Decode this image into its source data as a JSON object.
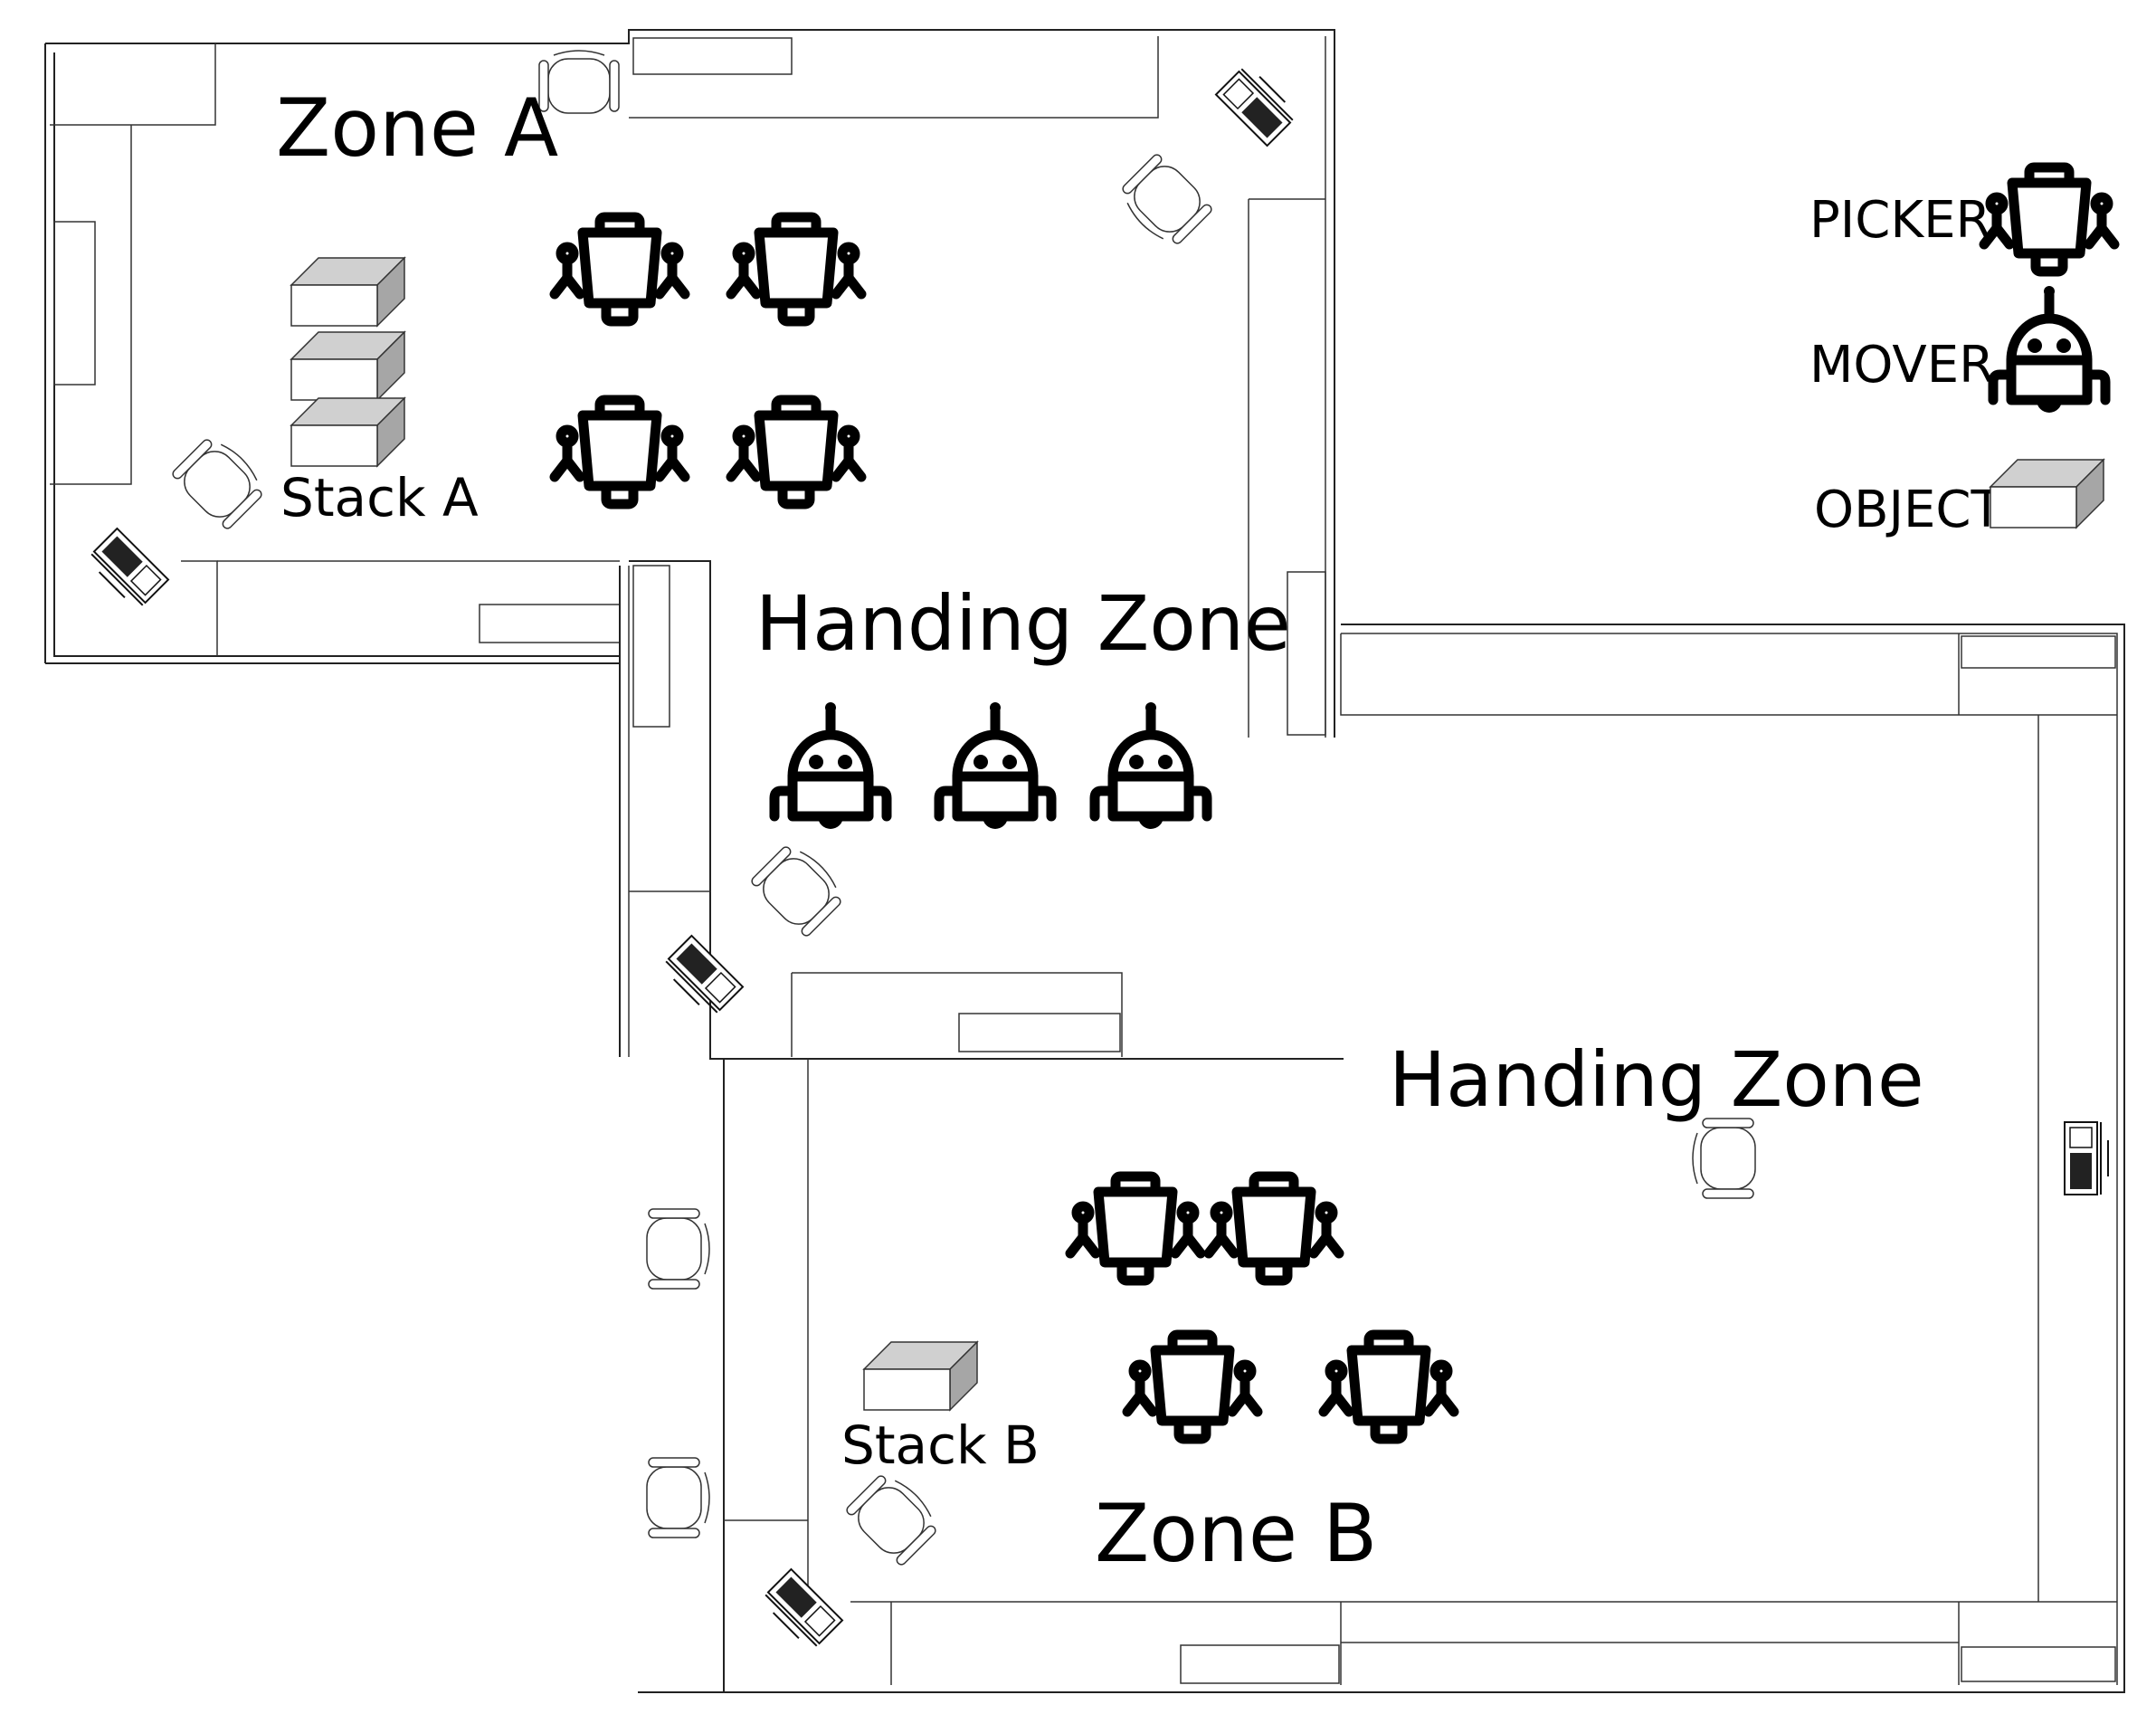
{
  "zones": {
    "zone_a": "Zone A",
    "handing_upper": "Handing Zone",
    "handing_lower": "Handing Zone",
    "zone_b": "Zone B"
  },
  "stacks": {
    "stack_a": "Stack A",
    "stack_b": "Stack B"
  },
  "legend": {
    "picker": "PICKER",
    "mover": "MOVER",
    "object": "OBJECT"
  },
  "icons": {
    "picker": "picker-robot-icon",
    "mover": "mover-robot-icon",
    "object": "box-icon",
    "chair": "chair-icon",
    "workstation": "computer-icon"
  },
  "colors": {
    "ink": "#000000",
    "box_top": "#d0d0d0",
    "box_side": "#a6a6a6",
    "box_front": "#ffffff"
  }
}
